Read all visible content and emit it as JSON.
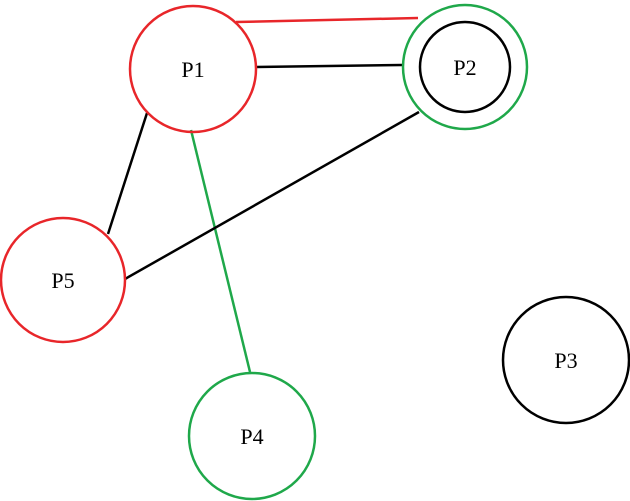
{
  "colors": {
    "red": "#e8262a",
    "green": "#1fa84a",
    "black": "#000000"
  },
  "nodes": [
    {
      "id": "P1",
      "label": "P1",
      "color": "red"
    },
    {
      "id": "P2",
      "label": "P2",
      "color": "green",
      "inner_ring_color": "black"
    },
    {
      "id": "P3",
      "label": "P3",
      "color": "black"
    },
    {
      "id": "P4",
      "label": "P4",
      "color": "green"
    },
    {
      "id": "P5",
      "label": "P5",
      "color": "red"
    }
  ],
  "edges": [
    {
      "from": "P1",
      "to": "P2",
      "color": "red"
    },
    {
      "from": "P1",
      "to": "P2",
      "color": "black"
    },
    {
      "from": "P1",
      "to": "P5",
      "color": "black"
    },
    {
      "from": "P1",
      "to": "P4",
      "color": "green"
    },
    {
      "from": "P5",
      "to": "P2",
      "color": "black"
    }
  ]
}
